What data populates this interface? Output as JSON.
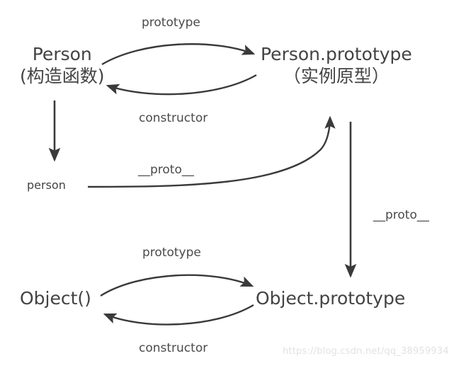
{
  "diagram": {
    "title": "JavaScript prototype chain diagram",
    "background_color": "#ffffff",
    "stroke_color": "#3a3a3a",
    "text_color": "#434343",
    "nodes": {
      "person_constructor": {
        "line1": "Person",
        "line2": "(构造函数)"
      },
      "person_prototype": {
        "line1": "Person.prototype",
        "line2": "（实例原型）"
      },
      "person_instance": {
        "label": "person"
      },
      "object_constructor": {
        "label": "Object()"
      },
      "object_prototype": {
        "label": "Object.prototype"
      }
    },
    "edges": {
      "top_prototype": "prototype",
      "top_constructor": "constructor",
      "instance_proto": "__proto__",
      "prototype_chain_proto": "__proto__",
      "bottom_prototype": "prototype",
      "bottom_constructor": "constructor"
    },
    "watermark": "https://blog.csdn.net/qq_38959934"
  }
}
